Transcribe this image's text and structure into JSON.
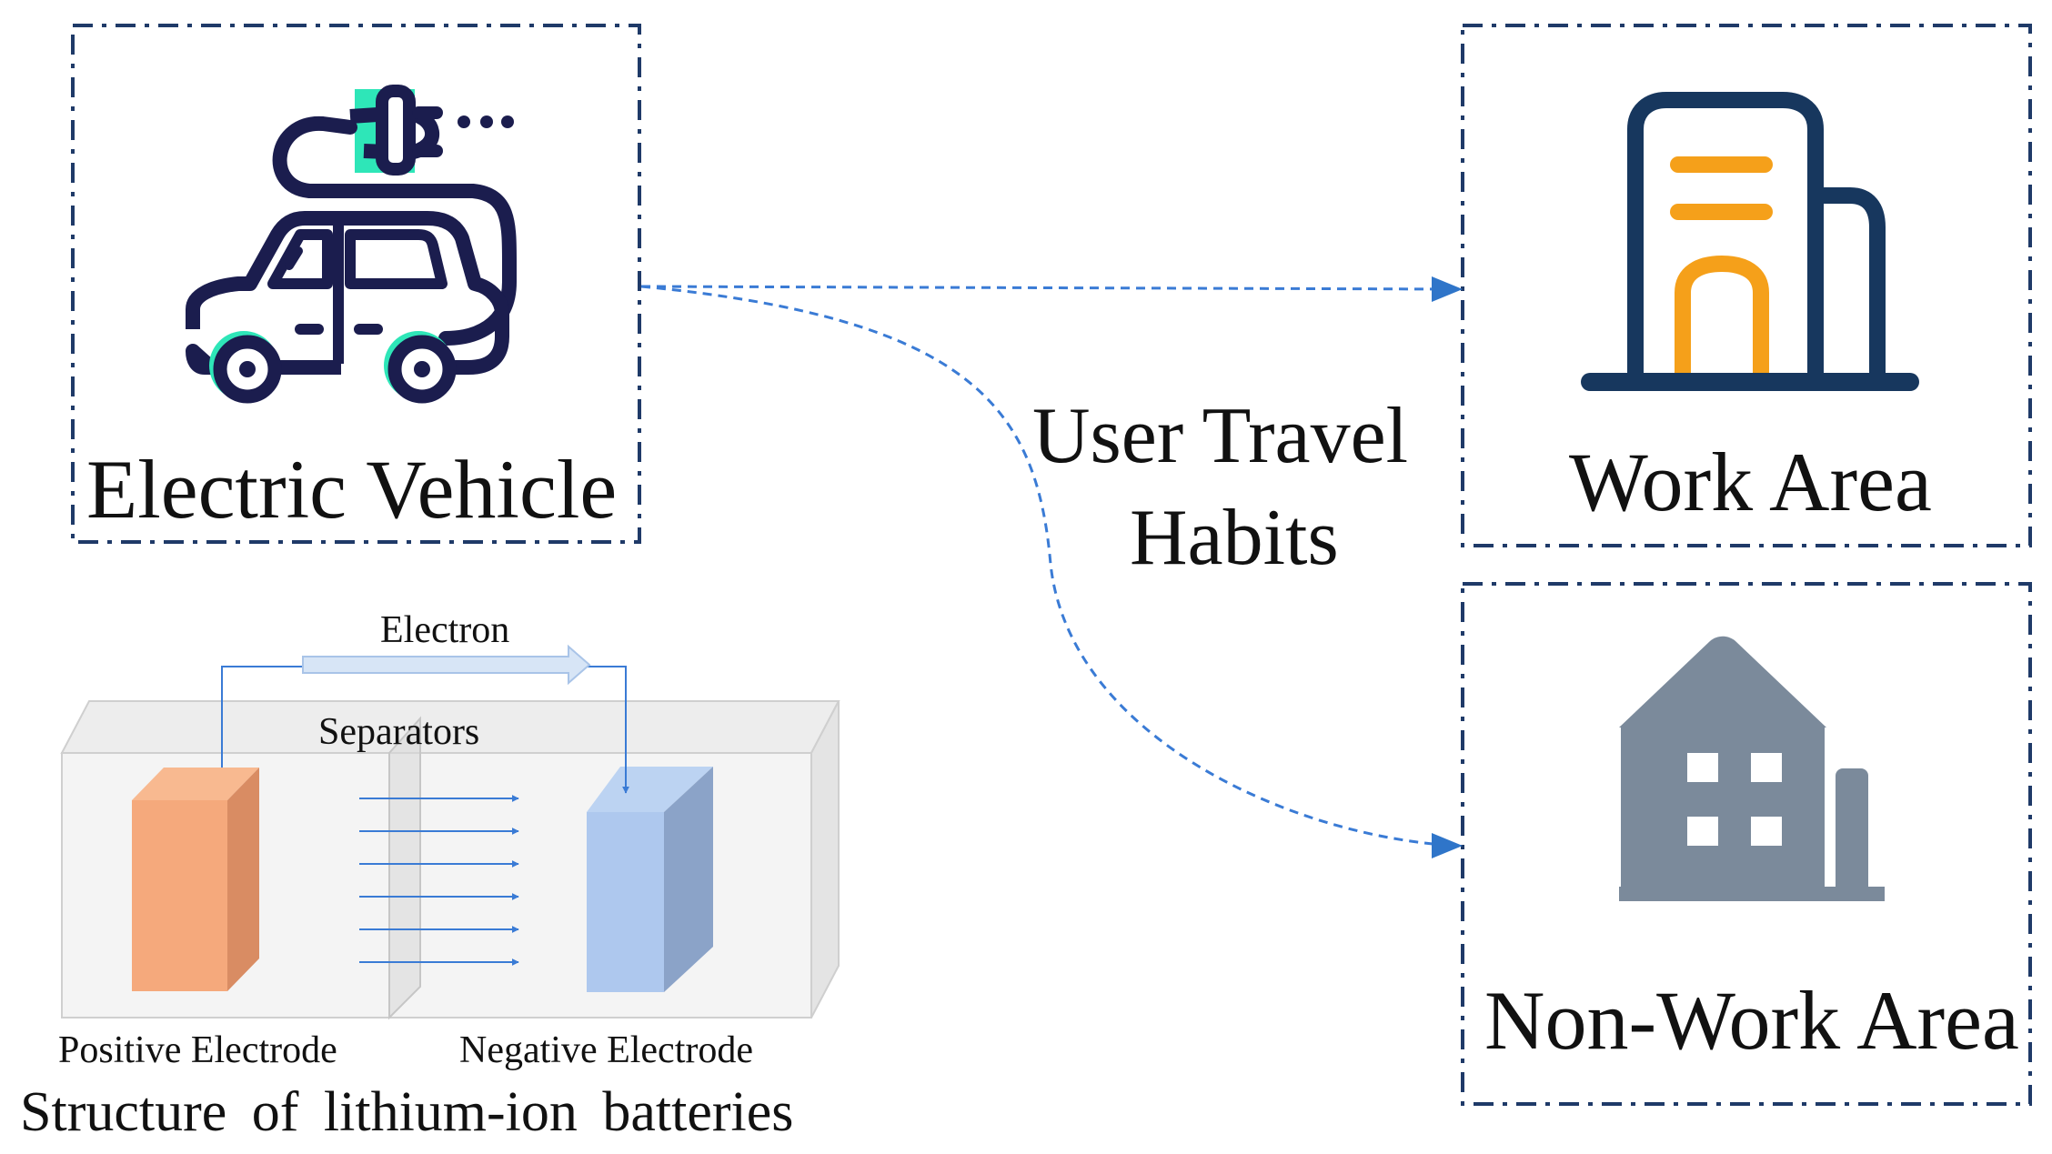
{
  "labels": {
    "electric_vehicle": "Electric Vehicle",
    "travel_line1": "User Travel",
    "travel_line2": "Habits",
    "work_area": "Work Area",
    "non_work_area": "Non-Work Area",
    "electron": "Electron",
    "separators": "Separators",
    "positive_electrode": "Positive Electrode",
    "negative_electrode": "Negative Electrode",
    "battery_caption": "Structure of lithium-ion batteries"
  },
  "colors": {
    "border_navy": "#1f3a68",
    "arrow_blue": "#3a7bd5",
    "icon_navy": "#1b1d4e",
    "icon_mint": "#2ee6b8",
    "building_navy": "#17375e",
    "building_orange": "#f5a01a",
    "house_slate": "#7b8a9b",
    "electrode_positive": "#f5a97c",
    "electrode_negative": "#aec8ee"
  },
  "icons": {
    "electric_vehicle": "electric-car-plug-icon",
    "work_area": "office-building-icon",
    "non_work_area": "house-icon"
  }
}
